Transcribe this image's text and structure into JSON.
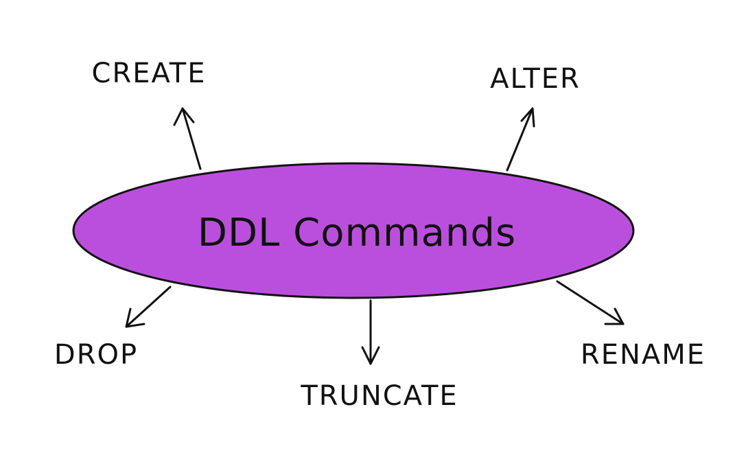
{
  "diagram": {
    "hub": {
      "label": "DDL Commands",
      "fill": "#bb4fdd",
      "stroke": "#111111"
    },
    "nodes": [
      {
        "id": "create",
        "label": "CREATE"
      },
      {
        "id": "alter",
        "label": "ALTER"
      },
      {
        "id": "drop",
        "label": "DROP"
      },
      {
        "id": "truncate",
        "label": "TRUNCATE"
      },
      {
        "id": "rename",
        "label": "RENAME"
      }
    ],
    "edges": [
      {
        "from": "hub",
        "to": "create"
      },
      {
        "from": "hub",
        "to": "alter"
      },
      {
        "from": "hub",
        "to": "drop"
      },
      {
        "from": "hub",
        "to": "truncate"
      },
      {
        "from": "hub",
        "to": "rename"
      }
    ],
    "colors": {
      "background": "#ffffff",
      "ink": "#111111"
    }
  }
}
